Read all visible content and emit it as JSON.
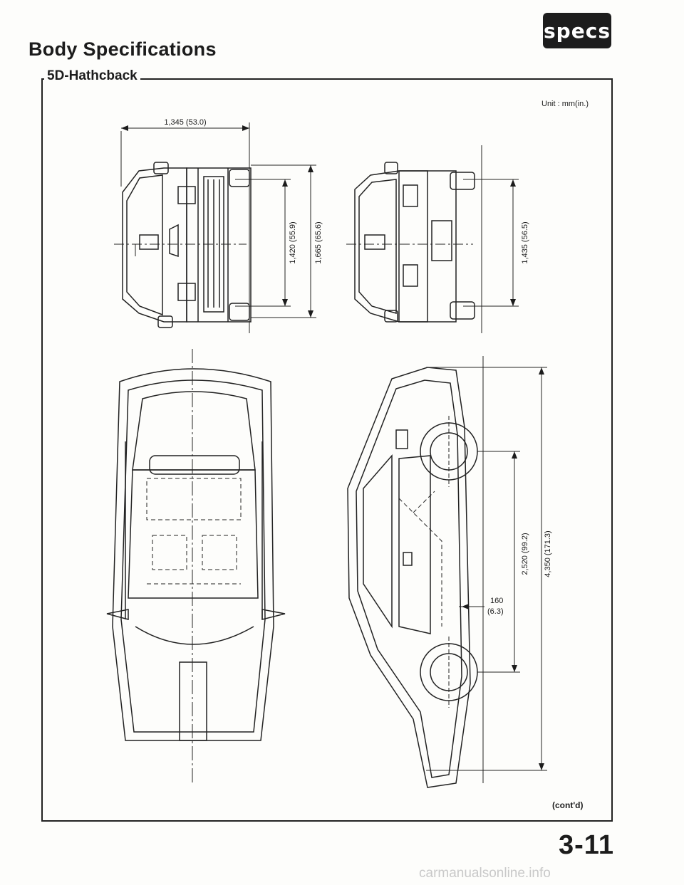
{
  "header": {
    "title": "Body Specifications",
    "badge": "specs",
    "subtitle": "5D-Hathcback"
  },
  "unit_note": "Unit : mm(in.)",
  "dimensions": {
    "front_track": "1,345 (53.0)",
    "front_track_width": "1,420 (55.9)",
    "overall_width": "1,665 (65.6)",
    "rear_track": "1,435 (56.5)",
    "wheelbase": "2,520 (99.2)",
    "overall_length": "4,350 (171.3)",
    "ground_clearance_mm": "160",
    "ground_clearance_in": "(6.3)"
  },
  "footer": {
    "continued": "(cont'd)",
    "page": "3-11",
    "watermark": "carmanualsonline.info"
  }
}
